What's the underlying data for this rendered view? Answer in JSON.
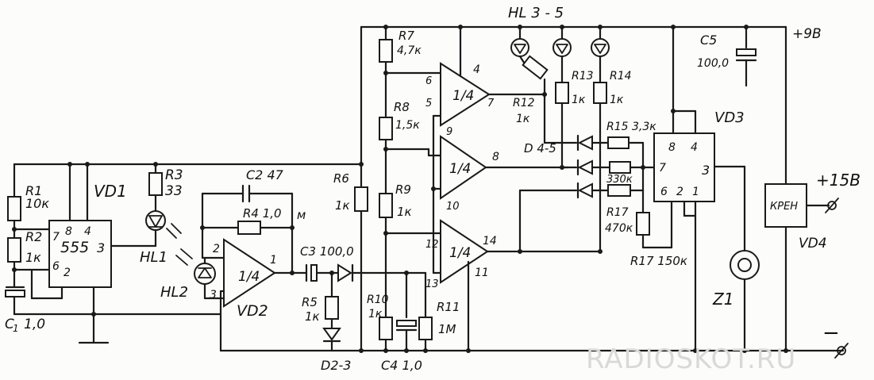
{
  "labels": {
    "r1": "R1",
    "r1_val": "10к",
    "r2": "R2",
    "r2_val": "1к",
    "c1": "C",
    "c1_sub": "1",
    "c1_val": "1,0",
    "vd1": "VD1",
    "ic555": "555",
    "p7": "7",
    "p8": "8",
    "p4": "4",
    "p6": "6",
    "p2": "2",
    "p3": "3",
    "r3": "R3",
    "r3_val": "33",
    "hl1": "HL1",
    "hl2": "HL2",
    "c2": "C2 47",
    "r4": "R4 1,0",
    "m1": "м",
    "vd2": "VD2",
    "vd2_q": "1/4",
    "vd2_p2": "2",
    "vd2_p3": "3",
    "vd2_p1": "1",
    "c3": "C3 100,0",
    "r5": "R5",
    "r5_val": "1к",
    "d23": "D2-3",
    "r6": "R6",
    "r6_val": "1к",
    "r7": "R7",
    "r7_val": "4,7к",
    "r8": "R8",
    "r8_val": "1,5к",
    "r9": "R9",
    "r9_val": "1к",
    "r10": "R10",
    "r10_val": "1к",
    "c4": "C4 1,0",
    "r11": "R11",
    "r11_val": "1М",
    "opa_q": "1/4",
    "opa_p6": "6",
    "opa_p5": "5",
    "opa_p4": "4",
    "opa_p7": "7",
    "opb_q": "1/4",
    "opb_p9": "9",
    "opb_p10": "10",
    "opb_p8": "8",
    "opc_q": "1/4",
    "opc_p12": "12",
    "opc_p13": "13",
    "opc_p14": "14",
    "opc_p11": "11",
    "hl35": "HL 3 - 5",
    "r12": "R12",
    "r12_val": "1к",
    "r13": "R13",
    "r13_val": "1к",
    "r14": "R14",
    "r14_val": "1к",
    "d45": "D 4-5",
    "r15": "R15 3,3к",
    "r16_val": "330к",
    "r17": "R17",
    "r17_val": "470к",
    "r17b": "R17 150к",
    "vd3": "VD3",
    "vd3_p8": "8",
    "vd3_p4": "4",
    "vd3_p7": "7",
    "vd3_p3": "3",
    "vd3_p6": "6",
    "vd3_p2": "2",
    "vd3_p1": "1",
    "c5": "C5",
    "c5_val": "100,0",
    "v9": "+9В",
    "v15": "+15В",
    "kren": "КРЕН",
    "vd4": "VD4",
    "z1": "Z1",
    "minus": "−",
    "watermark": "RADIOSKOT.RU"
  }
}
